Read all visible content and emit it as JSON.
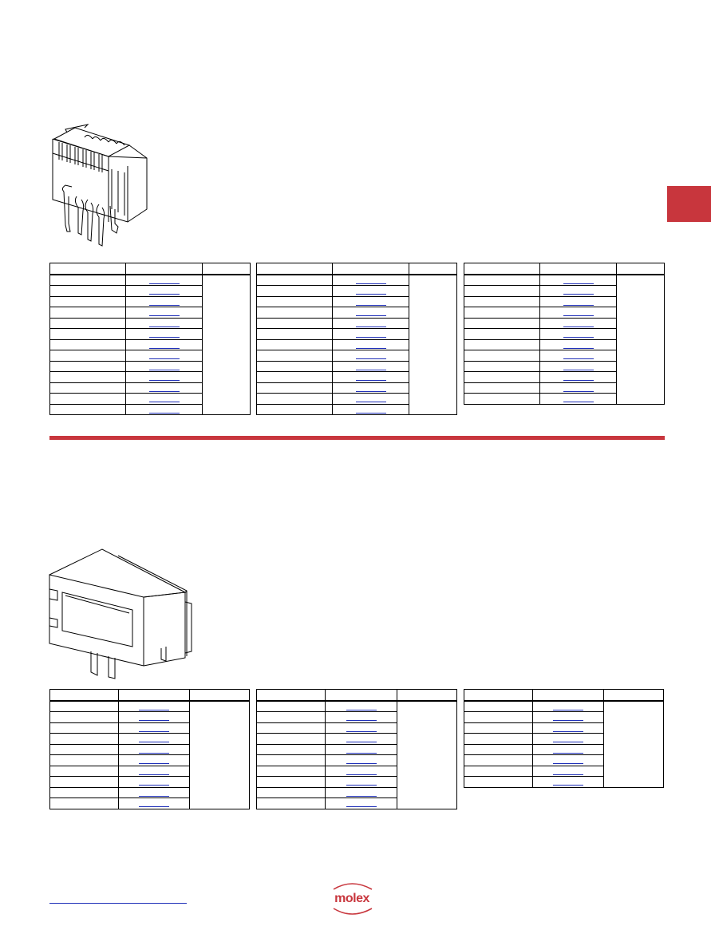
{
  "brand": {
    "logo_text": "molex",
    "accent_color": "#c8363d",
    "link_color": "#1f2fb8"
  },
  "section1": {
    "tables": [
      {
        "rows": 13
      },
      {
        "rows": 13
      },
      {
        "rows": 12
      }
    ]
  },
  "section2": {
    "tables": [
      {
        "rows": 10
      },
      {
        "rows": 10
      },
      {
        "rows": 8
      }
    ]
  }
}
